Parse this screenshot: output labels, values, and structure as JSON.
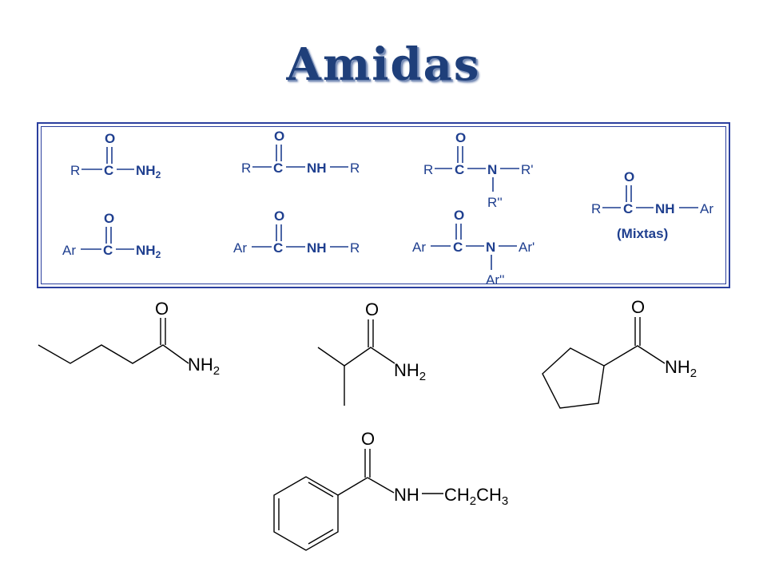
{
  "title": "Amidas",
  "box": {
    "s1": {
      "o": "O",
      "r": "R",
      "c": "C",
      "nh": "NH",
      "sub": "2"
    },
    "s2": {
      "o": "O",
      "r": "R",
      "c": "C",
      "nh": "NH",
      "r2": "R"
    },
    "s3": {
      "o": "O",
      "r": "R",
      "c": "C",
      "n": "N",
      "r1": "R'",
      "r2": "R''"
    },
    "s4": {
      "o": "O",
      "r": "Ar",
      "c": "C",
      "nh": "NH",
      "sub": "2"
    },
    "s5": {
      "o": "O",
      "r": "Ar",
      "c": "C",
      "nh": "NH",
      "r2": "R"
    },
    "s6": {
      "o": "O",
      "r": "Ar",
      "c": "C",
      "n": "N",
      "r1": "Ar'",
      "r2": "Ar''"
    },
    "s7": {
      "o": "O",
      "r": "R",
      "c": "C",
      "nh": "NH",
      "ar": "Ar",
      "note": "(Mixtas)"
    }
  },
  "examples": {
    "pentanamide": {
      "o": "O",
      "nh": "NH",
      "sub": "2"
    },
    "isobutyramide": {
      "o": "O",
      "nh": "NH",
      "sub": "2"
    },
    "cyclopentanecarboxamide": {
      "o": "O",
      "nh": "NH",
      "sub": "2"
    },
    "n_ethylbenzamide": {
      "o": "O",
      "nh": "NH",
      "ch2": "CH",
      "ch2sub": "2",
      "ch3": "CH",
      "ch3sub": "3"
    }
  }
}
